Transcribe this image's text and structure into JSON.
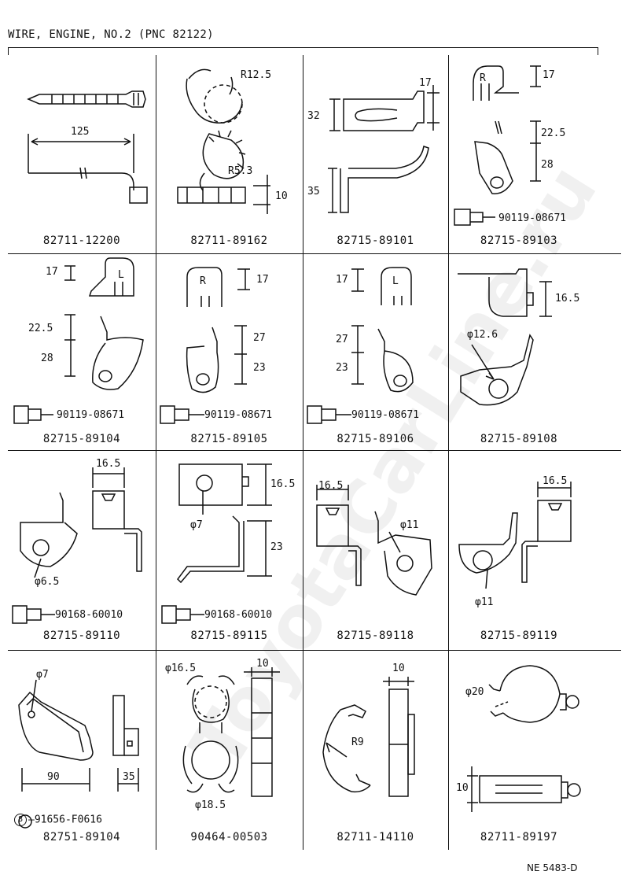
{
  "title": "WIRE, ENGINE, NO.2 (PNC 82122)",
  "watermark": "ToyotaCarLine.ru",
  "figure_ref": "NE 5483-D",
  "parts": [
    {
      "pn": "82711-12200",
      "dims": [
        "125"
      ]
    },
    {
      "pn": "82711-89162",
      "dims": [
        "R12.5",
        "R5.3",
        "10"
      ]
    },
    {
      "pn": "82715-89101",
      "dims": [
        "17",
        "32",
        "35"
      ]
    },
    {
      "pn": "82715-89103",
      "dims": [
        "R",
        "17",
        "22.5",
        "28"
      ],
      "bolt": "90119-08671"
    },
    {
      "pn": "82715-89104",
      "dims": [
        "L",
        "17",
        "22.5",
        "28"
      ],
      "bolt": "90119-08671"
    },
    {
      "pn": "82715-89105",
      "dims": [
        "R",
        "17",
        "27",
        "23"
      ],
      "bolt": "90119-08671"
    },
    {
      "pn": "82715-89106",
      "dims": [
        "L",
        "17",
        "27",
        "23"
      ],
      "bolt": "90119-08671"
    },
    {
      "pn": "82715-89108",
      "dims": [
        "16.5",
        "φ12.6"
      ]
    },
    {
      "pn": "82715-89110",
      "dims": [
        "16.5",
        "φ6.5"
      ],
      "bolt": "90168-60010"
    },
    {
      "pn": "82715-89115",
      "dims": [
        "16.5",
        "φ7",
        "23"
      ],
      "bolt": "90168-60010"
    },
    {
      "pn": "82715-89118",
      "dims": [
        "16.5",
        "φ11"
      ]
    },
    {
      "pn": "82715-89119",
      "dims": [
        "16.5",
        "φ11"
      ]
    },
    {
      "pn": "82751-89104",
      "dims": [
        "φ7",
        "90",
        "35"
      ],
      "bolt_mark": "8",
      "bolt": "91656-F0616"
    },
    {
      "pn": "90464-00503",
      "dims": [
        "φ16.5",
        "10",
        "φ18.5"
      ]
    },
    {
      "pn": "82711-14110",
      "dims": [
        "10",
        "R9"
      ]
    },
    {
      "pn": "82711-89197",
      "dims": [
        "φ20",
        "10"
      ]
    }
  ]
}
